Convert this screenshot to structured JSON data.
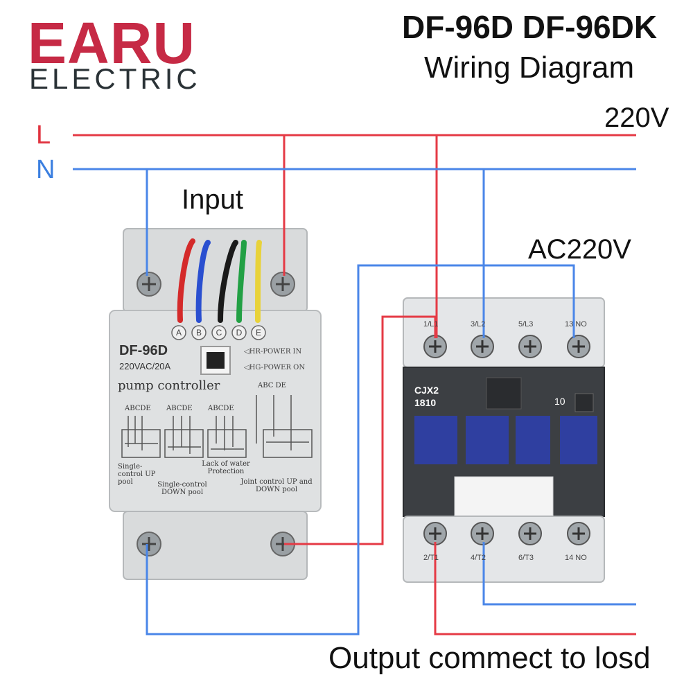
{
  "brand": {
    "name": "EARU",
    "tagline": "ELECTRIC"
  },
  "title": {
    "models": "DF-96D  DF-96DK",
    "subtitle": "Wiring Diagram"
  },
  "supply": {
    "voltage": "220V",
    "line": "L",
    "neutral": "N"
  },
  "labels": {
    "input": "Input",
    "coil": "AC220V",
    "output": "Output commect to losd"
  },
  "colors": {
    "line_wire": "#e53a45",
    "neutral_wire": "#4a86e8",
    "brand": "#c62a45"
  },
  "controller": {
    "model": "DF-96D",
    "rating": "220VAC/20A",
    "name": "pump controller",
    "indicators": [
      "◁HR-POWER IN",
      "◁HG-POWER ON"
    ],
    "terminals": [
      "A",
      "B",
      "C",
      "D",
      "E"
    ],
    "wire_colors": [
      "red",
      "blue",
      "black",
      "green",
      "yellow"
    ],
    "group_labels": [
      "ABCDE",
      "ABCDE",
      "ABCDE",
      "ABC  DE"
    ],
    "modes": [
      "Single-control UP pool",
      "Single-control DOWN pool",
      "Lack of water Protection",
      "Joint control UP and DOWN pool"
    ]
  },
  "contactor": {
    "model": "CJX2",
    "rating": "1810",
    "aux": "10",
    "top_terminals": [
      "1/L1",
      "3/L2",
      "5/L3",
      "13 NO"
    ],
    "bottom_terminals": [
      "2/T1",
      "4/T2",
      "6/T3",
      "14 NO"
    ]
  }
}
